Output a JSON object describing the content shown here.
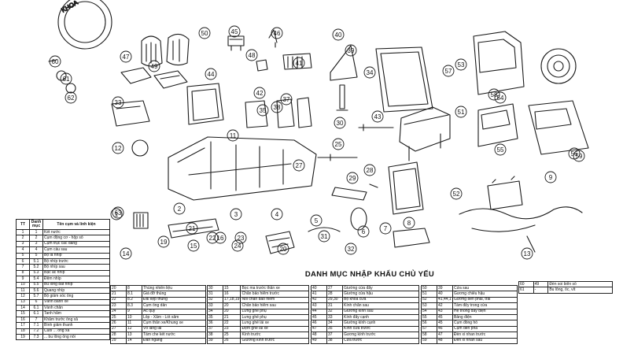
{
  "heading": "DANH MỤC NHẬP KHẨU CHỦ YẾU",
  "callouts": [
    "1",
    "2",
    "3",
    "4",
    "5",
    "6",
    "7",
    "8",
    "9",
    "11",
    "12",
    "13",
    "14",
    "15",
    "16",
    "19",
    "20",
    "21",
    "22",
    "23",
    "24",
    "25",
    "27",
    "28",
    "29",
    "30",
    "31",
    "32",
    "33",
    "34",
    "35",
    "37",
    "38",
    "39",
    "40",
    "41",
    "42",
    "43",
    "44",
    "45",
    "46",
    "47",
    "48",
    "49",
    "50",
    "51",
    "52",
    "53",
    "54",
    "55",
    "56",
    "57",
    "58",
    "59",
    "60",
    "61",
    "62",
    "63"
  ],
  "stamp_text": "KHOA",
  "main_table": {
    "headers": [
      "TT",
      "Danh mục",
      "Tên cụm và linh kiện"
    ],
    "rows": [
      [
        "1",
        "1",
        "Két nước"
      ],
      [
        "2",
        "2",
        "Cụm động cơ - hộp số"
      ],
      [
        "3",
        "3",
        "Cụm trục các đăng"
      ],
      [
        "4",
        "4",
        "Cụm cầu sau"
      ],
      [
        "5",
        "5",
        "Bộ lá nhíp"
      ],
      [
        "6",
        "5.1",
        "Bộ nhíp trước"
      ],
      [
        "7",
        "5.2",
        "Bộ nhíp sau"
      ],
      [
        "8",
        "5.3",
        "Bạc ắc nhíp"
      ],
      [
        "9",
        "5.4",
        "Đệm nhíp"
      ],
      [
        "10",
        "5.5",
        "Bu lông bắt nhíp"
      ],
      [
        "11",
        "5.6",
        "Quang nhíp"
      ],
      [
        "12",
        "5.7",
        "Bộ giảm xóc ống"
      ],
      [
        "13",
        "6",
        "Vành bánh xe"
      ],
      [
        "14",
        "6.1",
        "Vành chân"
      ],
      [
        "15",
        "6.1",
        "Tanh hãm"
      ],
      [
        "16",
        "7",
        "Khâm trước ống xả"
      ],
      [
        "17",
        "7.1",
        "Bình giảm thanh"
      ],
      [
        "18",
        "7.2",
        "Cuối ... ống xả"
      ],
      [
        "19",
        "7.3",
        "... bu lông ống nối"
      ]
    ]
  },
  "cont_tables": [
    {
      "rows": [
        [
          "20",
          "8",
          "Thùng nhiên liệu"
        ],
        [
          "21",
          "8.1",
          "Giá đỡ thùng"
        ],
        [
          "22",
          "8.2",
          "Đai kẹp thùng"
        ],
        [
          "23",
          "8.3",
          "Cụm ống dẫn"
        ],
        [
          "24",
          "9",
          "Ắc quy"
        ],
        [
          "25",
          "10",
          "Lốp - Xăm - Lót xăm"
        ],
        [
          "26",
          "11",
          "Cụm thân xe/Khung xe"
        ],
        [
          "27",
          "12",
          "Vô lăng lái"
        ],
        [
          "28",
          "13",
          "Tấm che két nước"
        ],
        [
          "29",
          "14",
          "Đan ngang"
        ]
      ]
    },
    {
      "rows": [
        [
          "30",
          "15",
          "Bọc ma trước thân xe"
        ],
        [
          "31",
          "16",
          "Chắn bảo hiểm trước"
        ],
        [
          "32",
          "17,18,19",
          "Nối chắn bảo hiểm"
        ],
        [
          "33",
          "20",
          "Chắn bảo hiểm sau"
        ],
        [
          "34",
          "20",
          "Lưng ghế phụ"
        ],
        [
          "35",
          "21",
          "Lưng ghế phụ"
        ],
        [
          "36",
          "22",
          "Lưng ghế lái xe"
        ],
        [
          "37",
          "23",
          "Đệm ghế lái xe"
        ],
        [
          "38",
          "25",
          "Kính trước"
        ],
        [
          "39",
          "26",
          "Giường kính trước"
        ]
      ]
    },
    {
      "rows": [
        [
          "40",
          "27",
          "Giường cửa đẩy"
        ],
        [
          "41",
          "28",
          "Giường cửa hậu"
        ],
        [
          "42",
          "29,30",
          "Bộ khoá cửa"
        ],
        [
          "43",
          "31",
          "Kính chắn sau"
        ],
        [
          "44",
          "32",
          "Giường kính sau"
        ],
        [
          "45",
          "33",
          "Kính đẩy cạnh"
        ],
        [
          "46",
          "34",
          "Giường kính cạnh"
        ],
        [
          "47",
          "35",
          "Kính cửa trước"
        ],
        [
          "48",
          "37",
          "Gương kính trước"
        ],
        [
          "49",
          "38",
          "Cửa trước"
        ]
      ]
    },
    {
      "rows": [
        [
          "50",
          "39",
          "Cửa sau"
        ],
        [
          "51",
          "40",
          "Gương chiếu hậu"
        ],
        [
          "52",
          "41,44,1",
          "Gương bên phải, trái"
        ],
        [
          "53",
          "42",
          "Tấm đệy trong cửa"
        ],
        [
          "54",
          "43",
          "Hệ thống dây điện"
        ],
        [
          "55",
          "45",
          "Bảng điện"
        ],
        [
          "56",
          "45",
          "Cụm đồng hồ"
        ],
        [
          "57",
          "46",
          "Cụm đèn pha"
        ],
        [
          "58",
          "47",
          "Đèn xi nhan trước"
        ],
        [
          "59",
          "48",
          "Đèn xi nhan sau"
        ]
      ]
    },
    {
      "rows": [
        [
          "60",
          "49",
          "Đèn soi biển số"
        ],
        [
          "61",
          "-",
          "Bu lông, ốc, vít"
        ]
      ]
    }
  ]
}
